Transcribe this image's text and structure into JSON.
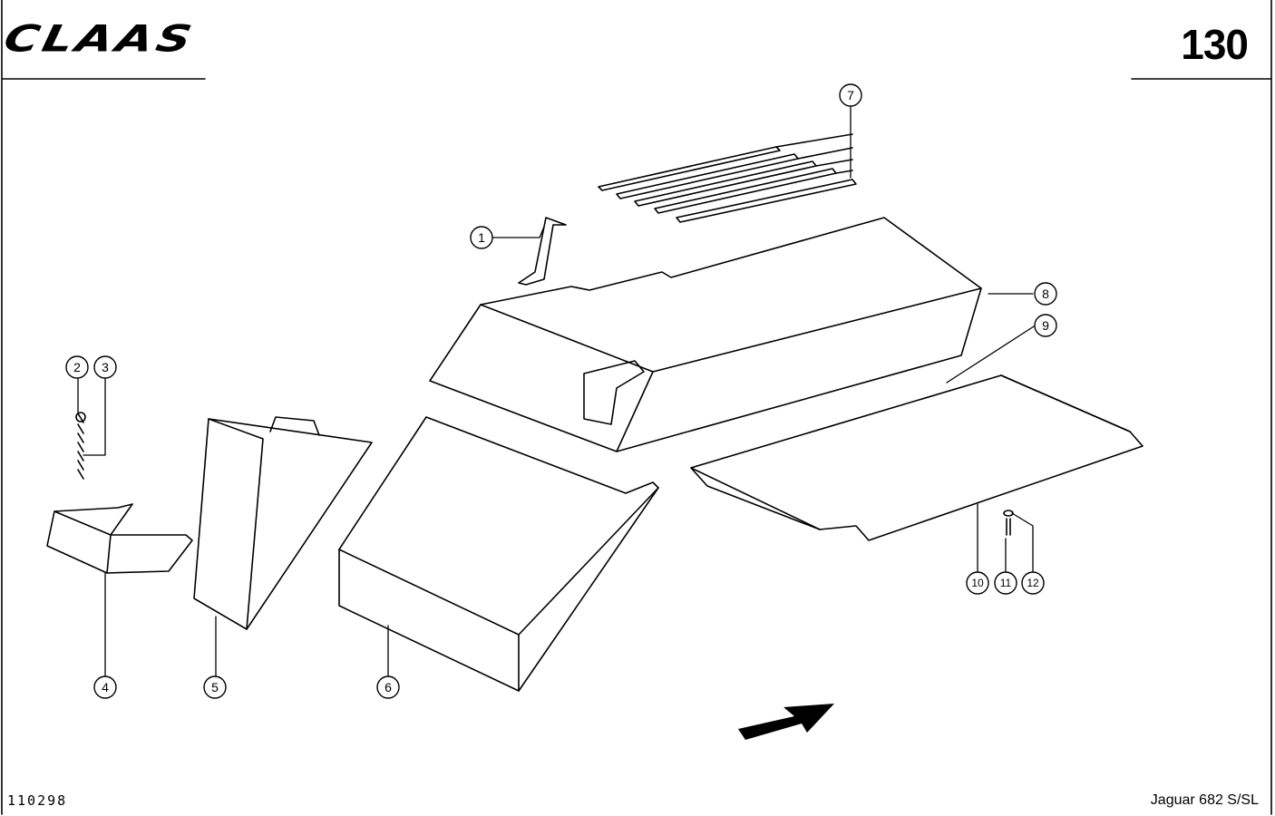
{
  "header": {
    "brand": "CLAAS",
    "page_number": "130"
  },
  "footer": {
    "document_number": "110298",
    "model": "Jaguar 682 S/SL"
  },
  "callouts": [
    "1",
    "2",
    "3",
    "4",
    "5",
    "6",
    "7",
    "8",
    "9",
    "10",
    "11",
    "12"
  ]
}
